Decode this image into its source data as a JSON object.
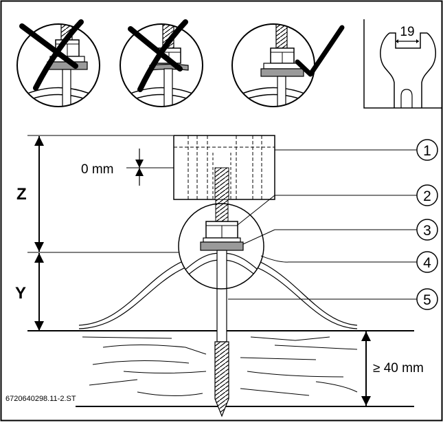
{
  "figure": {
    "wrench_size": "19",
    "gap_label": "0 mm",
    "dimension_z": "Z",
    "dimension_y": "Y",
    "depth_label": "≥ 40 mm",
    "figure_id": "6720640298.11-2.ST",
    "callouts": [
      "1",
      "2",
      "3",
      "4",
      "5"
    ]
  },
  "mounting_variants": [
    {
      "status": "incorrect",
      "mark": "cross"
    },
    {
      "status": "incorrect",
      "mark": "cross"
    },
    {
      "status": "correct",
      "mark": "check"
    }
  ]
}
